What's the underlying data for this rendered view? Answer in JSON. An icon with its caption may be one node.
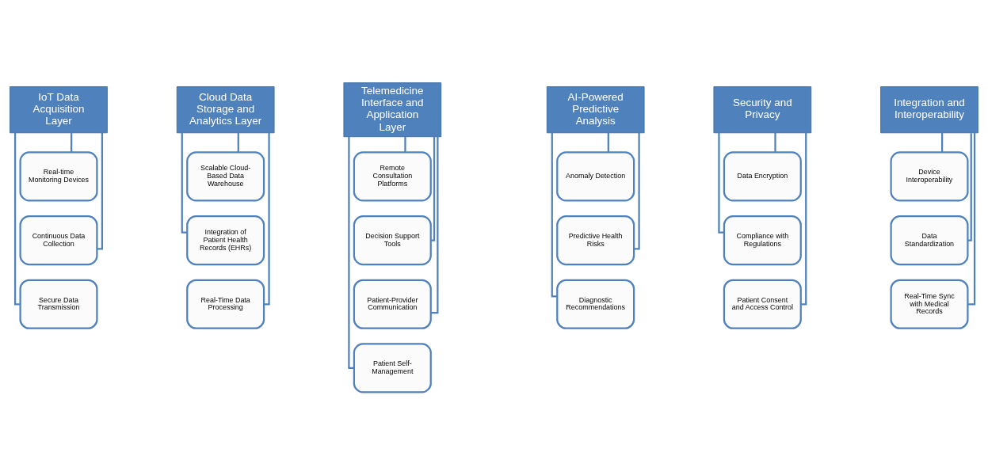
{
  "diagram": {
    "nodes": [
      {
        "text": [
          "IoT Data Acquisition Layer"
        ]
      },
      {
        "text": [
          "Real-time Monitoring Devices"
        ]
      },
      {
        "text": [
          "Continuous Data Collection"
        ]
      },
      {
        "text": [
          "Secure Data Transmission"
        ]
      },
      {
        "text": [
          "Cloud Data Storage and Analytics Layer"
        ]
      },
      {
        "text": [
          "Scalable Cloud-Based Data Warehouse"
        ]
      },
      {
        "text": [
          "Integration of Patient Health Records (EHRs)"
        ]
      },
      {
        "text": [
          "Real-Time Data Processing"
        ]
      },
      {
        "text": [
          "Telemedicine Interface and Application Layer"
        ]
      },
      {
        "text": [
          "Remote Consultation Platforms"
        ]
      },
      {
        "text": [
          "Decision Support Tools"
        ]
      },
      {
        "text": [
          "Patient-Provider Communication"
        ]
      },
      {
        "text": [
          "Patient Self-Management"
        ]
      },
      {
        "text": [
          "AI-Powered Predictive Analysis"
        ]
      },
      {
        "text": [
          "Anomaly Detection"
        ]
      },
      {
        "text": [
          "Predictive Health Risks"
        ]
      },
      {
        "text": [
          "Diagnostic Recommendations"
        ]
      },
      {
        "text": [
          "Security and Privacy"
        ]
      },
      {
        "text": [
          "Data Encryption"
        ]
      },
      {
        "text": [
          "Compliance with Regulations"
        ]
      },
      {
        "text": [
          "Patient Consent and Access Control"
        ]
      },
      {
        "text": [
          "Integration and Interoperability"
        ]
      },
      {
        "text": [
          "Device Interoperability"
        ]
      },
      {
        "text": [
          "Data Standardization"
        ]
      },
      {
        "text": [
          "Real-Time Sync with Medical Records"
        ]
      }
    ],
    "edges": [
      {
        "from": 0,
        "to": 1,
        "arrow": "none"
      },
      {
        "from": 0,
        "to": 2,
        "arrow": "none"
      },
      {
        "from": 0,
        "to": 3,
        "arrow": "none"
      },
      {
        "from": 4,
        "to": 5,
        "arrow": "none"
      },
      {
        "from": 4,
        "to": 6,
        "arrow": "none"
      },
      {
        "from": 4,
        "to": 7,
        "arrow": "none"
      },
      {
        "from": 8,
        "to": 9,
        "arrow": "none"
      },
      {
        "from": 8,
        "to": 10,
        "arrow": "none"
      },
      {
        "from": 8,
        "to": 11,
        "arrow": "none"
      },
      {
        "from": 8,
        "to": 12,
        "arrow": "none"
      },
      {
        "from": 13,
        "to": 14,
        "arrow": "none"
      },
      {
        "from": 13,
        "to": 15,
        "arrow": "none"
      },
      {
        "from": 13,
        "to": 16,
        "arrow": "none"
      },
      {
        "from": 17,
        "to": 18,
        "arrow": "none"
      },
      {
        "from": 17,
        "to": 19,
        "arrow": "none"
      },
      {
        "from": 17,
        "to": 20,
        "arrow": "none"
      },
      {
        "from": 21,
        "to": 22,
        "arrow": "none"
      },
      {
        "from": 21,
        "to": 23,
        "arrow": "none"
      },
      {
        "from": 21,
        "to": 24,
        "arrow": "none"
      }
    ]
  }
}
